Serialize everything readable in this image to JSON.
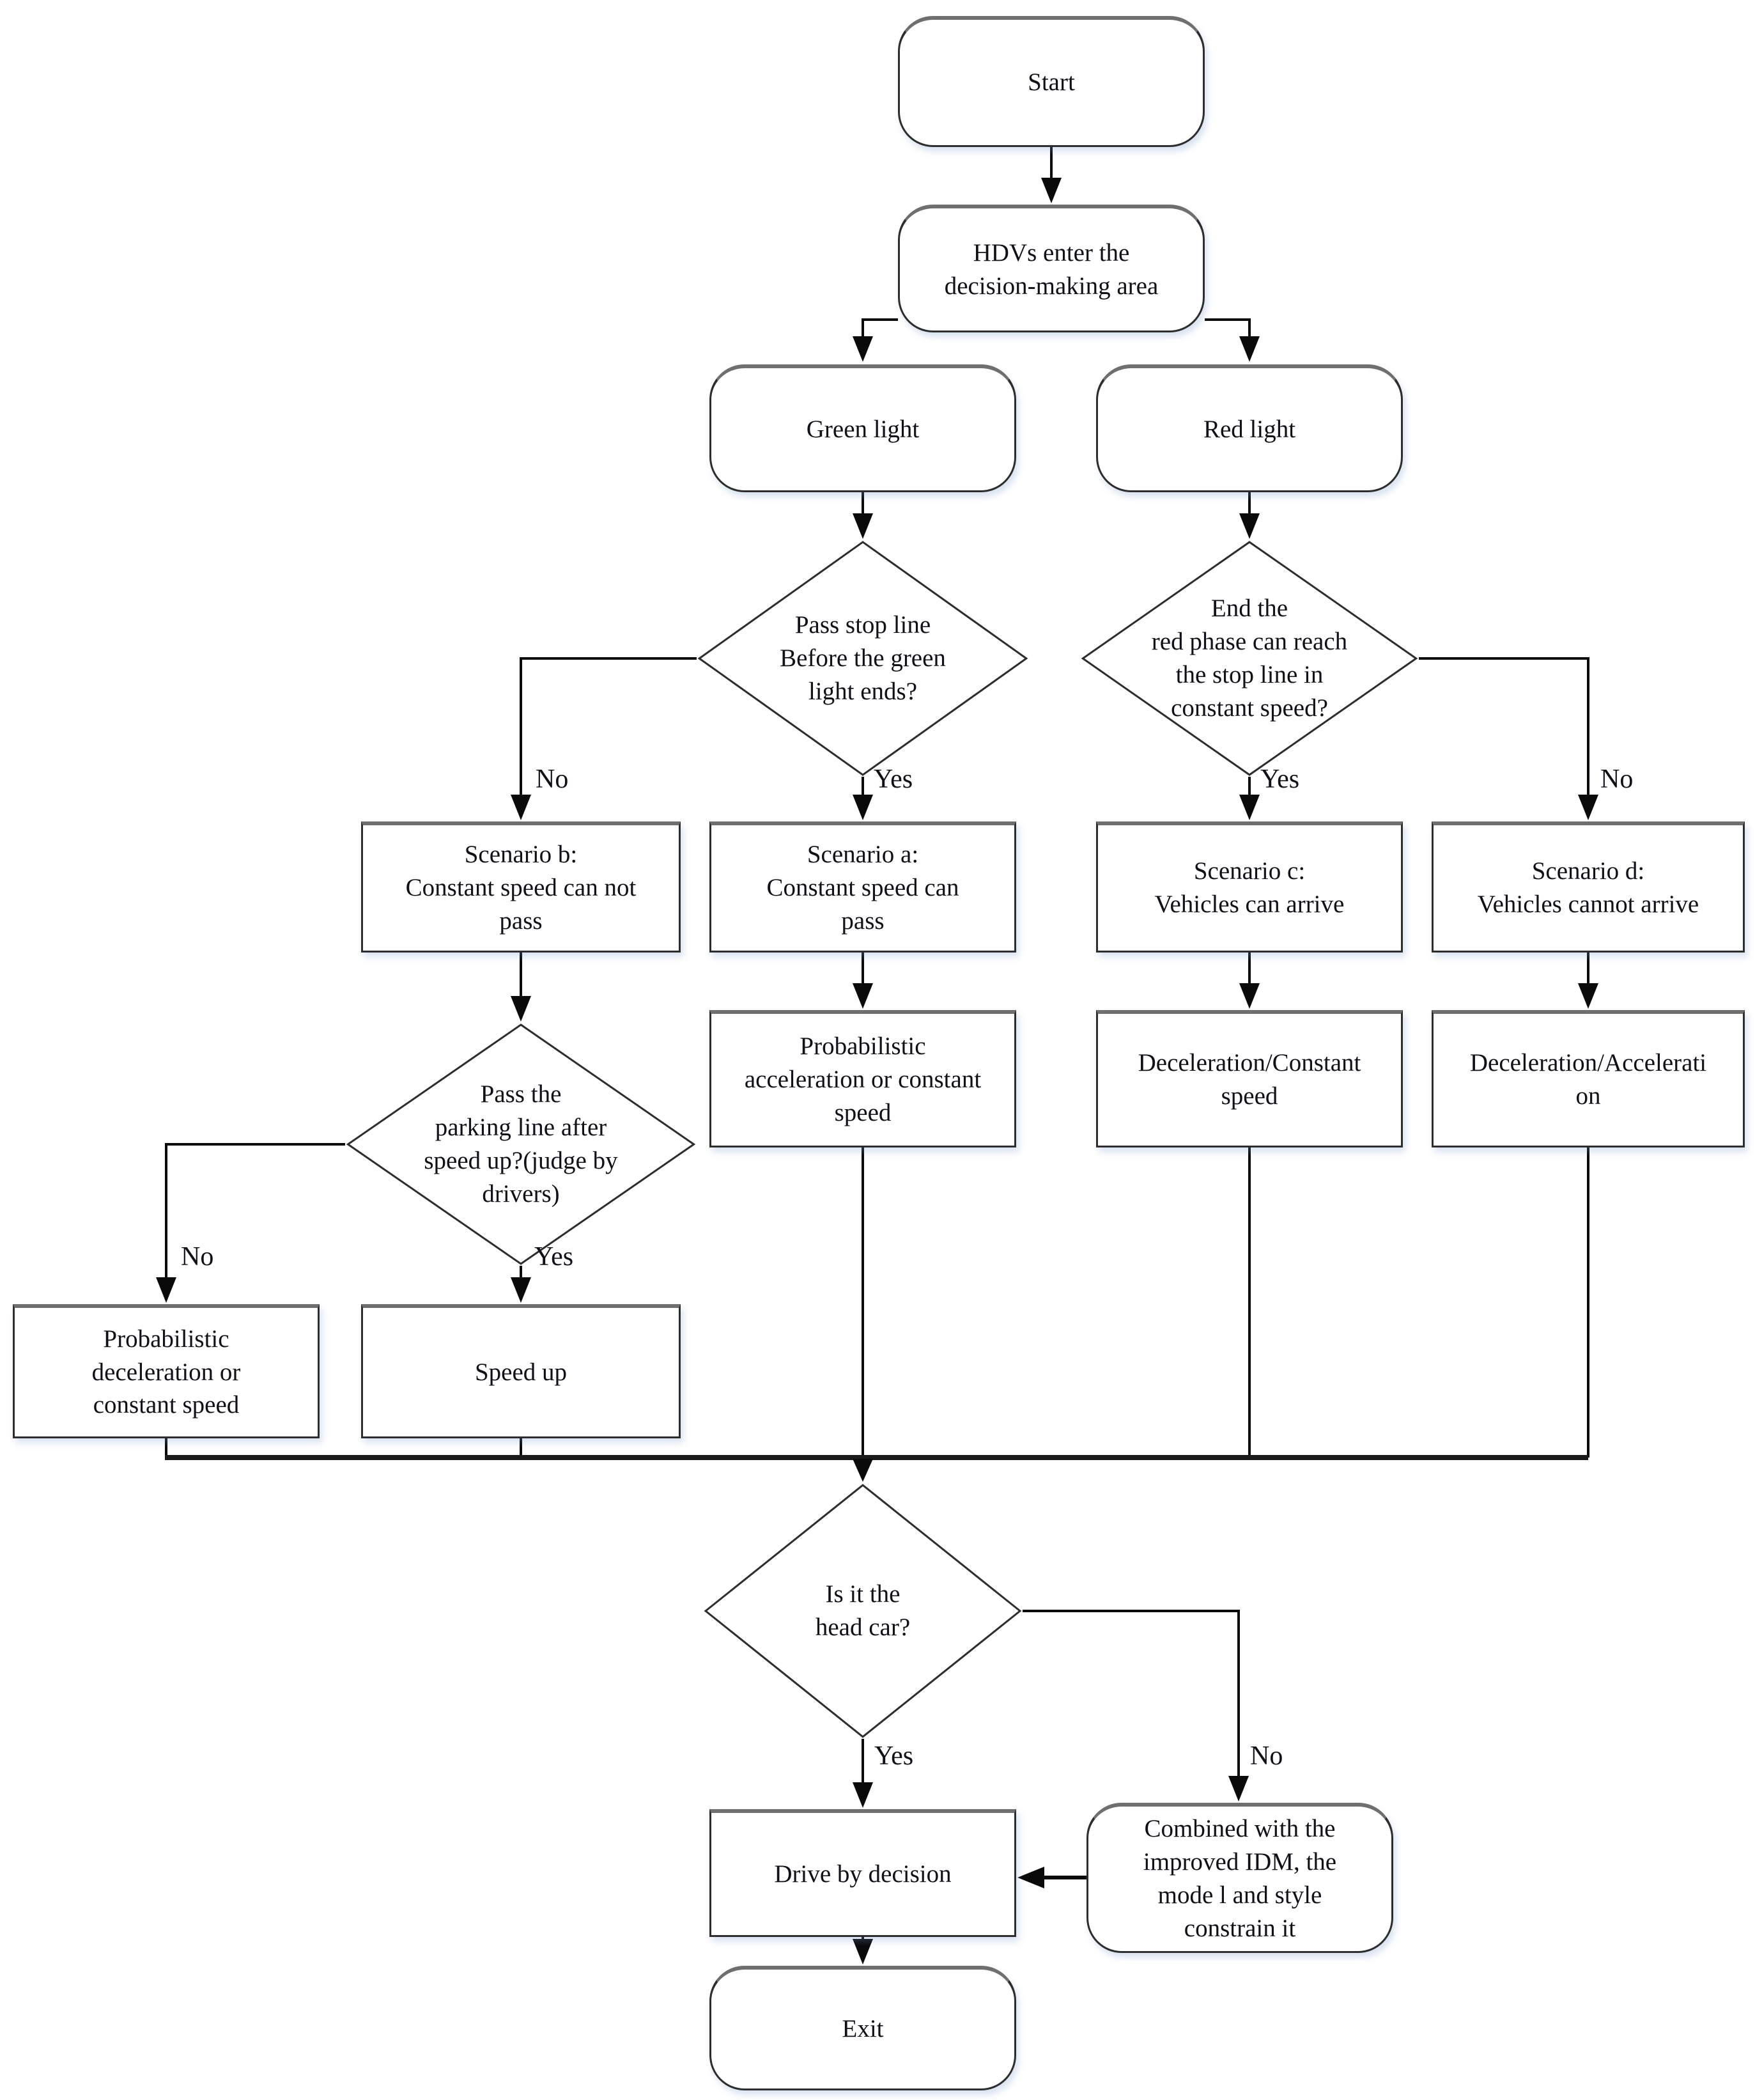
{
  "flowchart": {
    "colors": {
      "background": "#ffffff",
      "node_fill": "#ffffff",
      "node_border": "#2d2d2d",
      "connector": "#0a0a0a",
      "text": "#101018"
    },
    "nodes": {
      "start": {
        "label": "Start",
        "shape": "terminator"
      },
      "hdvs": {
        "label": "HDVs enter the\ndecision-making area",
        "shape": "terminator"
      },
      "green_light": {
        "label": "Green light",
        "shape": "terminator"
      },
      "red_light": {
        "label": "Red light",
        "shape": "terminator"
      },
      "pass_stop_line": {
        "label": "Pass stop line\nBefore the green\nlight ends?",
        "shape": "decision"
      },
      "red_phase_reach": {
        "label": "End the\nred phase can reach\nthe stop line in\nconstant speed?",
        "shape": "decision"
      },
      "scenario_b": {
        "label": "Scenario b:\nConstant speed can not\npass",
        "shape": "process"
      },
      "scenario_a": {
        "label": "Scenario a:\nConstant speed can\npass",
        "shape": "process"
      },
      "scenario_c": {
        "label": "Scenario c:\nVehicles can arrive",
        "shape": "process"
      },
      "scenario_d": {
        "label": "Scenario d:\nVehicles cannot arrive",
        "shape": "process"
      },
      "prob_acceleration": {
        "label": "Probabilistic\nacceleration or constant\nspeed",
        "shape": "process"
      },
      "decel_constant": {
        "label": "Deceleration/Constant\nspeed",
        "shape": "process"
      },
      "decel_acceleration": {
        "label": "Deceleration/Accelerati\non",
        "shape": "process"
      },
      "pass_parking_line": {
        "label": "Pass the\nparking line after\nspeed up?(judge by\ndrivers)",
        "shape": "decision"
      },
      "prob_deceleration": {
        "label": "Probabilistic\ndeceleration or\nconstant speed",
        "shape": "process"
      },
      "speed_up": {
        "label": "Speed up",
        "shape": "process"
      },
      "is_head_car": {
        "label": "Is it the\nhead car?",
        "shape": "decision"
      },
      "drive_by_decision": {
        "label": "Drive by decision",
        "shape": "process"
      },
      "combined_idm": {
        "label": "Combined with the\nimproved IDM, the\nmode l and style\nconstrain it",
        "shape": "terminator"
      },
      "exit": {
        "label": "Exit",
        "shape": "terminator"
      }
    },
    "edge_labels": {
      "green_no": "No",
      "green_yes": "Yes",
      "red_yes": "Yes",
      "red_no": "No",
      "parking_no": "No",
      "parking_yes": "Yes",
      "head_yes": "Yes",
      "head_no": "No"
    }
  }
}
